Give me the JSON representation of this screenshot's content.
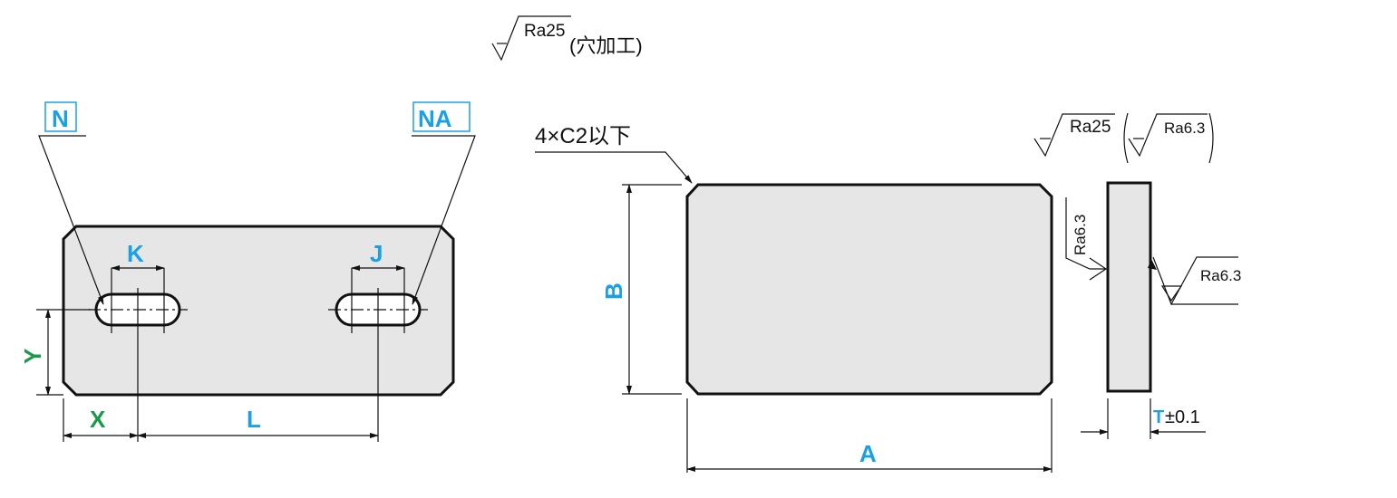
{
  "labels": {
    "n": "N",
    "na": "NA",
    "k": "K",
    "j": "J",
    "x": "X",
    "y": "Y",
    "l": "L",
    "a": "A",
    "b": "B",
    "t": "T",
    "t_tol": "±0.1"
  },
  "notes": {
    "hole_finish_ra": "Ra25",
    "hole_finish_text": "(穴加工)",
    "chamfer_note": "4×C2以下",
    "side_finish_ra": "Ra25",
    "side_finish_paren_ra": "Ra6.3",
    "side_finish_vertical_ra": "Ra6.3",
    "side_finish_right_ra": "Ra6.3"
  },
  "colors": {
    "dimension_blue": "#1aa0e6",
    "dimension_green": "#1a9a48",
    "part_fill": "#e6e6e6",
    "line": "#111111"
  }
}
